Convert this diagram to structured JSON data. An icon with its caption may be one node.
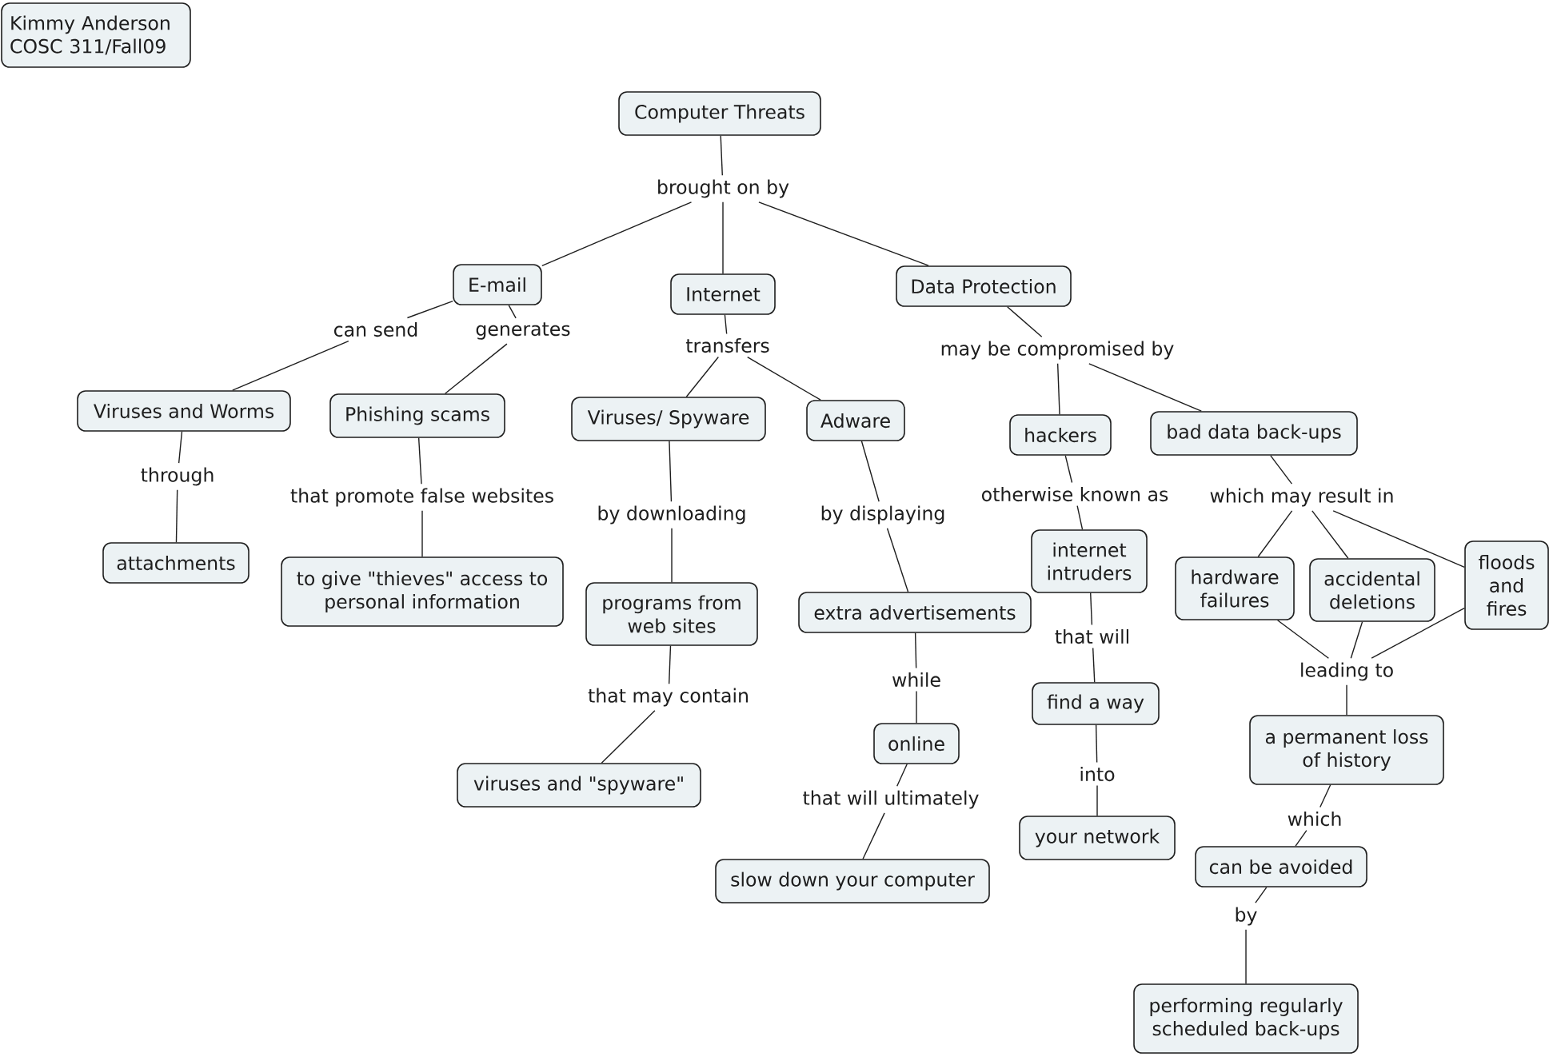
{
  "diagram": {
    "nodes": [
      {
        "text": [
          "Kimmy Anderson COSC 311/Fall09"
        ]
      },
      {
        "text": [
          "Computer Threats"
        ]
      },
      {
        "text": [
          "brought on by"
        ]
      },
      {
        "text": [
          "E-mail"
        ]
      },
      {
        "text": [
          "Internet"
        ]
      },
      {
        "text": [
          "Data Protection"
        ]
      },
      {
        "text": [
          "can send"
        ]
      },
      {
        "text": [
          "generates"
        ]
      },
      {
        "text": [
          "transfers"
        ]
      },
      {
        "text": [
          "may be compromised by"
        ]
      },
      {
        "text": [
          "Viruses and Worms"
        ]
      },
      {
        "text": [
          "Phishing scams"
        ]
      },
      {
        "text": [
          "Viruses/ Spyware"
        ]
      },
      {
        "text": [
          "Adware"
        ]
      },
      {
        "text": [
          "hackers"
        ]
      },
      {
        "text": [
          "bad data back-ups"
        ]
      },
      {
        "text": [
          "through"
        ]
      },
      {
        "text": [
          "that promote false websites"
        ]
      },
      {
        "text": [
          "by downloading"
        ]
      },
      {
        "text": [
          "by displaying"
        ]
      },
      {
        "text": [
          "otherwise known as"
        ]
      },
      {
        "text": [
          "which may result in"
        ]
      },
      {
        "text": [
          "attachments"
        ]
      },
      {
        "text": [
          "to give \"thieves\" access to personal information"
        ]
      },
      {
        "text": [
          "programs from web sites"
        ]
      },
      {
        "text": [
          "internet intruders"
        ]
      },
      {
        "text": [
          "hardware failures"
        ]
      },
      {
        "text": [
          "accidental deletions"
        ]
      },
      {
        "text": [
          "floods and fires"
        ]
      },
      {
        "text": [
          "extra advertisements"
        ]
      },
      {
        "text": [
          "that may contain"
        ]
      },
      {
        "text": [
          "while"
        ]
      },
      {
        "text": [
          "that will"
        ]
      },
      {
        "text": [
          "leading to"
        ]
      },
      {
        "text": [
          "find a way"
        ]
      },
      {
        "text": [
          "a permanent loss of history"
        ]
      },
      {
        "text": [
          "viruses and \"spyware\""
        ]
      },
      {
        "text": [
          "online"
        ]
      },
      {
        "text": [
          "that will ultimately"
        ]
      },
      {
        "text": [
          "into"
        ]
      },
      {
        "text": [
          "which"
        ]
      },
      {
        "text": [
          "your network"
        ]
      },
      {
        "text": [
          "can be avoided"
        ]
      },
      {
        "text": [
          "slow down your computer"
        ]
      },
      {
        "text": [
          "by"
        ]
      },
      {
        "text": [
          "performing regularly scheduled back-ups"
        ]
      }
    ],
    "edges": [
      {
        "from": 1,
        "to": 2,
        "arrow": "none"
      },
      {
        "from": 2,
        "to": 3,
        "arrow": "none"
      },
      {
        "from": 2,
        "to": 4,
        "arrow": "none"
      },
      {
        "from": 2,
        "to": 5,
        "arrow": "none"
      },
      {
        "from": 3,
        "to": 6,
        "arrow": "none"
      },
      {
        "from": 3,
        "to": 7,
        "arrow": "none"
      },
      {
        "from": 6,
        "to": 10,
        "arrow": "none"
      },
      {
        "from": 7,
        "to": 11,
        "arrow": "none"
      },
      {
        "from": 4,
        "to": 8,
        "arrow": "none"
      },
      {
        "from": 8,
        "to": 12,
        "arrow": "none"
      },
      {
        "from": 8,
        "to": 13,
        "arrow": "none"
      },
      {
        "from": 5,
        "to": 9,
        "arrow": "none"
      },
      {
        "from": 9,
        "to": 14,
        "arrow": "none"
      },
      {
        "from": 9,
        "to": 15,
        "arrow": "none"
      },
      {
        "from": 10,
        "to": 16,
        "arrow": "none"
      },
      {
        "from": 16,
        "to": 22,
        "arrow": "none"
      },
      {
        "from": 11,
        "to": 17,
        "arrow": "none"
      },
      {
        "from": 17,
        "to": 23,
        "arrow": "none"
      },
      {
        "from": 12,
        "to": 18,
        "arrow": "none"
      },
      {
        "from": 18,
        "to": 24,
        "arrow": "none"
      },
      {
        "from": 24,
        "to": 30,
        "arrow": "none"
      },
      {
        "from": 30,
        "to": 36,
        "arrow": "none"
      },
      {
        "from": 13,
        "to": 19,
        "arrow": "none"
      },
      {
        "from": 19,
        "to": 29,
        "arrow": "none"
      },
      {
        "from": 29,
        "to": 31,
        "arrow": "none"
      },
      {
        "from": 31,
        "to": 37,
        "arrow": "none"
      },
      {
        "from": 37,
        "to": 38,
        "arrow": "none"
      },
      {
        "from": 38,
        "to": 43,
        "arrow": "none"
      },
      {
        "from": 14,
        "to": 20,
        "arrow": "none"
      },
      {
        "from": 20,
        "to": 25,
        "arrow": "none"
      },
      {
        "from": 25,
        "to": 32,
        "arrow": "none"
      },
      {
        "from": 32,
        "to": 34,
        "arrow": "none"
      },
      {
        "from": 34,
        "to": 39,
        "arrow": "none"
      },
      {
        "from": 39,
        "to": 41,
        "arrow": "none"
      },
      {
        "from": 15,
        "to": 21,
        "arrow": "none"
      },
      {
        "from": 21,
        "to": 26,
        "arrow": "none"
      },
      {
        "from": 21,
        "to": 27,
        "arrow": "none"
      },
      {
        "from": 21,
        "to": 28,
        "arrow": "none"
      },
      {
        "from": 26,
        "to": 33,
        "arrow": "none"
      },
      {
        "from": 27,
        "to": 33,
        "arrow": "none"
      },
      {
        "from": 28,
        "to": 33,
        "arrow": "none"
      },
      {
        "from": 33,
        "to": 35,
        "arrow": "none"
      },
      {
        "from": 35,
        "to": 40,
        "arrow": "none"
      },
      {
        "from": 40,
        "to": 42,
        "arrow": "none"
      },
      {
        "from": 42,
        "to": 44,
        "arrow": "none"
      },
      {
        "from": 44,
        "to": 45,
        "arrow": "none"
      }
    ]
  }
}
